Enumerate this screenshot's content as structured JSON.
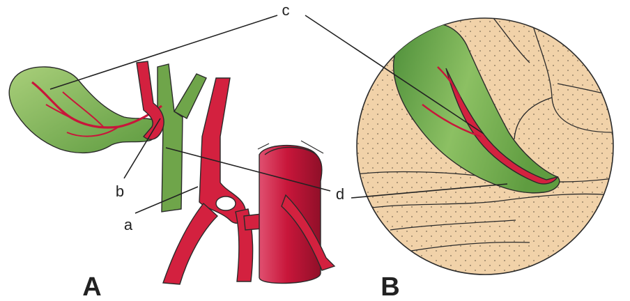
{
  "labels": {
    "a": "a",
    "b": "b",
    "c": "c",
    "d": "d",
    "panel_a": "A",
    "panel_b": "B"
  },
  "colors": {
    "gallbladder": "#8fba5f",
    "gallbladder_dark": "#4e8f3a",
    "artery": "#d3213f",
    "artery_dark": "#9c1530",
    "duct": "#6fa54a",
    "liver_bed": "#f1d2a9",
    "outline": "#2a2a2a"
  }
}
